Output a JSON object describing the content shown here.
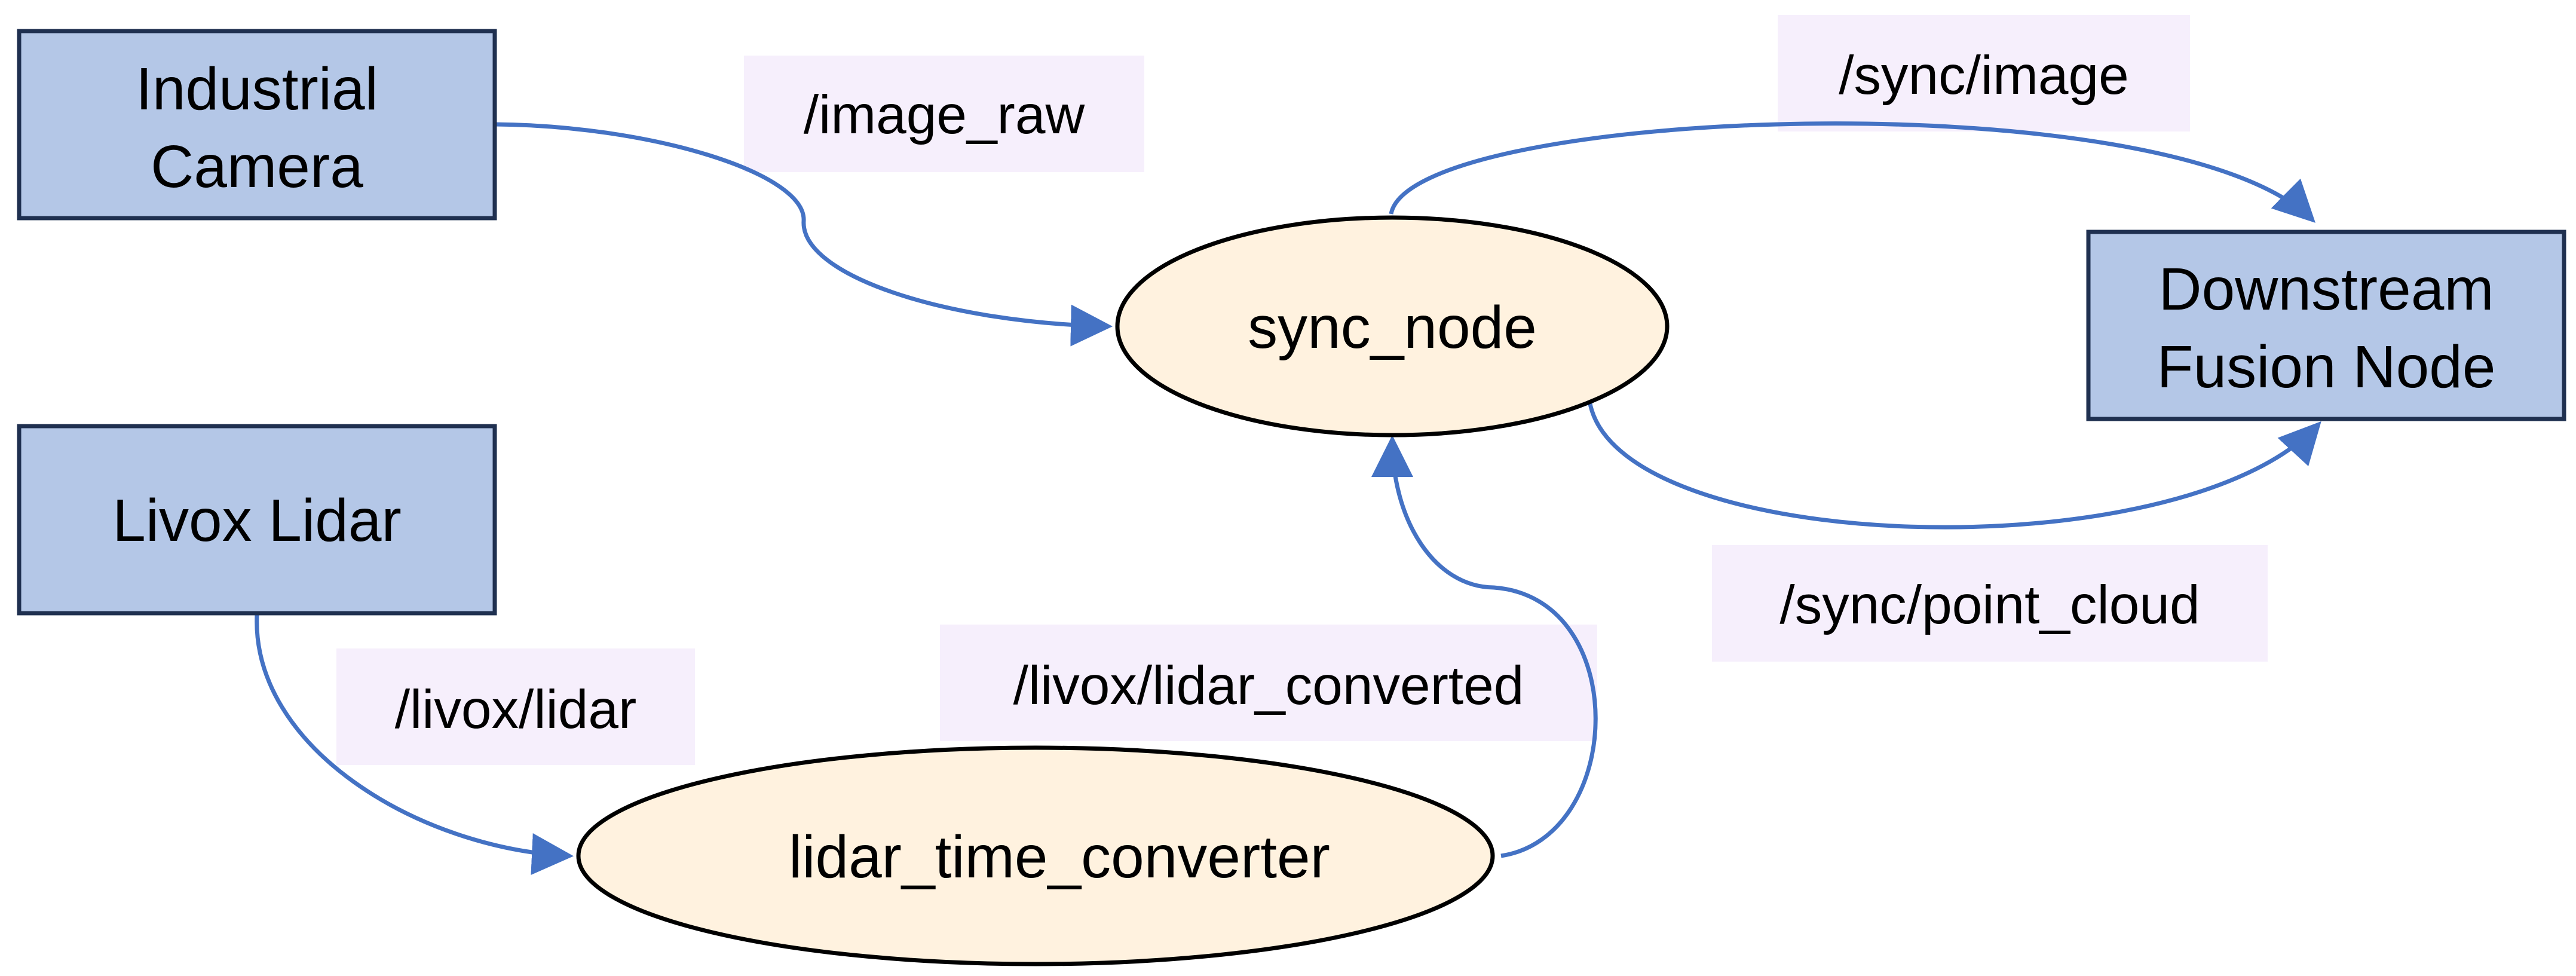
{
  "diagram": {
    "nodes": {
      "industrial_camera": {
        "lines": [
          "Industrial",
          "Camera"
        ]
      },
      "livox_lidar": {
        "lines": [
          "Livox Lidar"
        ]
      },
      "sync_node": {
        "lines": [
          "sync_node"
        ]
      },
      "lidar_time_converter": {
        "lines": [
          "lidar_time_converter"
        ]
      },
      "downstream_fusion_node": {
        "lines": [
          "Downstream",
          "Fusion Node"
        ]
      }
    },
    "edges": {
      "image_raw": {
        "from": "Industrial Camera",
        "to": "sync_node",
        "label": "/image_raw"
      },
      "livox_lidar": {
        "from": "Livox Lidar",
        "to": "lidar_time_converter",
        "label": "/livox/lidar"
      },
      "lidar_converted": {
        "from": "lidar_time_converter",
        "to": "sync_node",
        "label": "/livox/lidar_converted"
      },
      "sync_image": {
        "from": "sync_node",
        "to": "Downstream Fusion Node",
        "label": "/sync/image"
      },
      "sync_point_cloud": {
        "from": "sync_node",
        "to": "Downstream Fusion Node",
        "label": "/sync/point_cloud"
      }
    },
    "colors": {
      "source_node_fill": "#b4c7e7",
      "process_node_fill": "#fff2df",
      "edge": "#4472c4",
      "edge_label_bg": "#f6effc"
    }
  }
}
